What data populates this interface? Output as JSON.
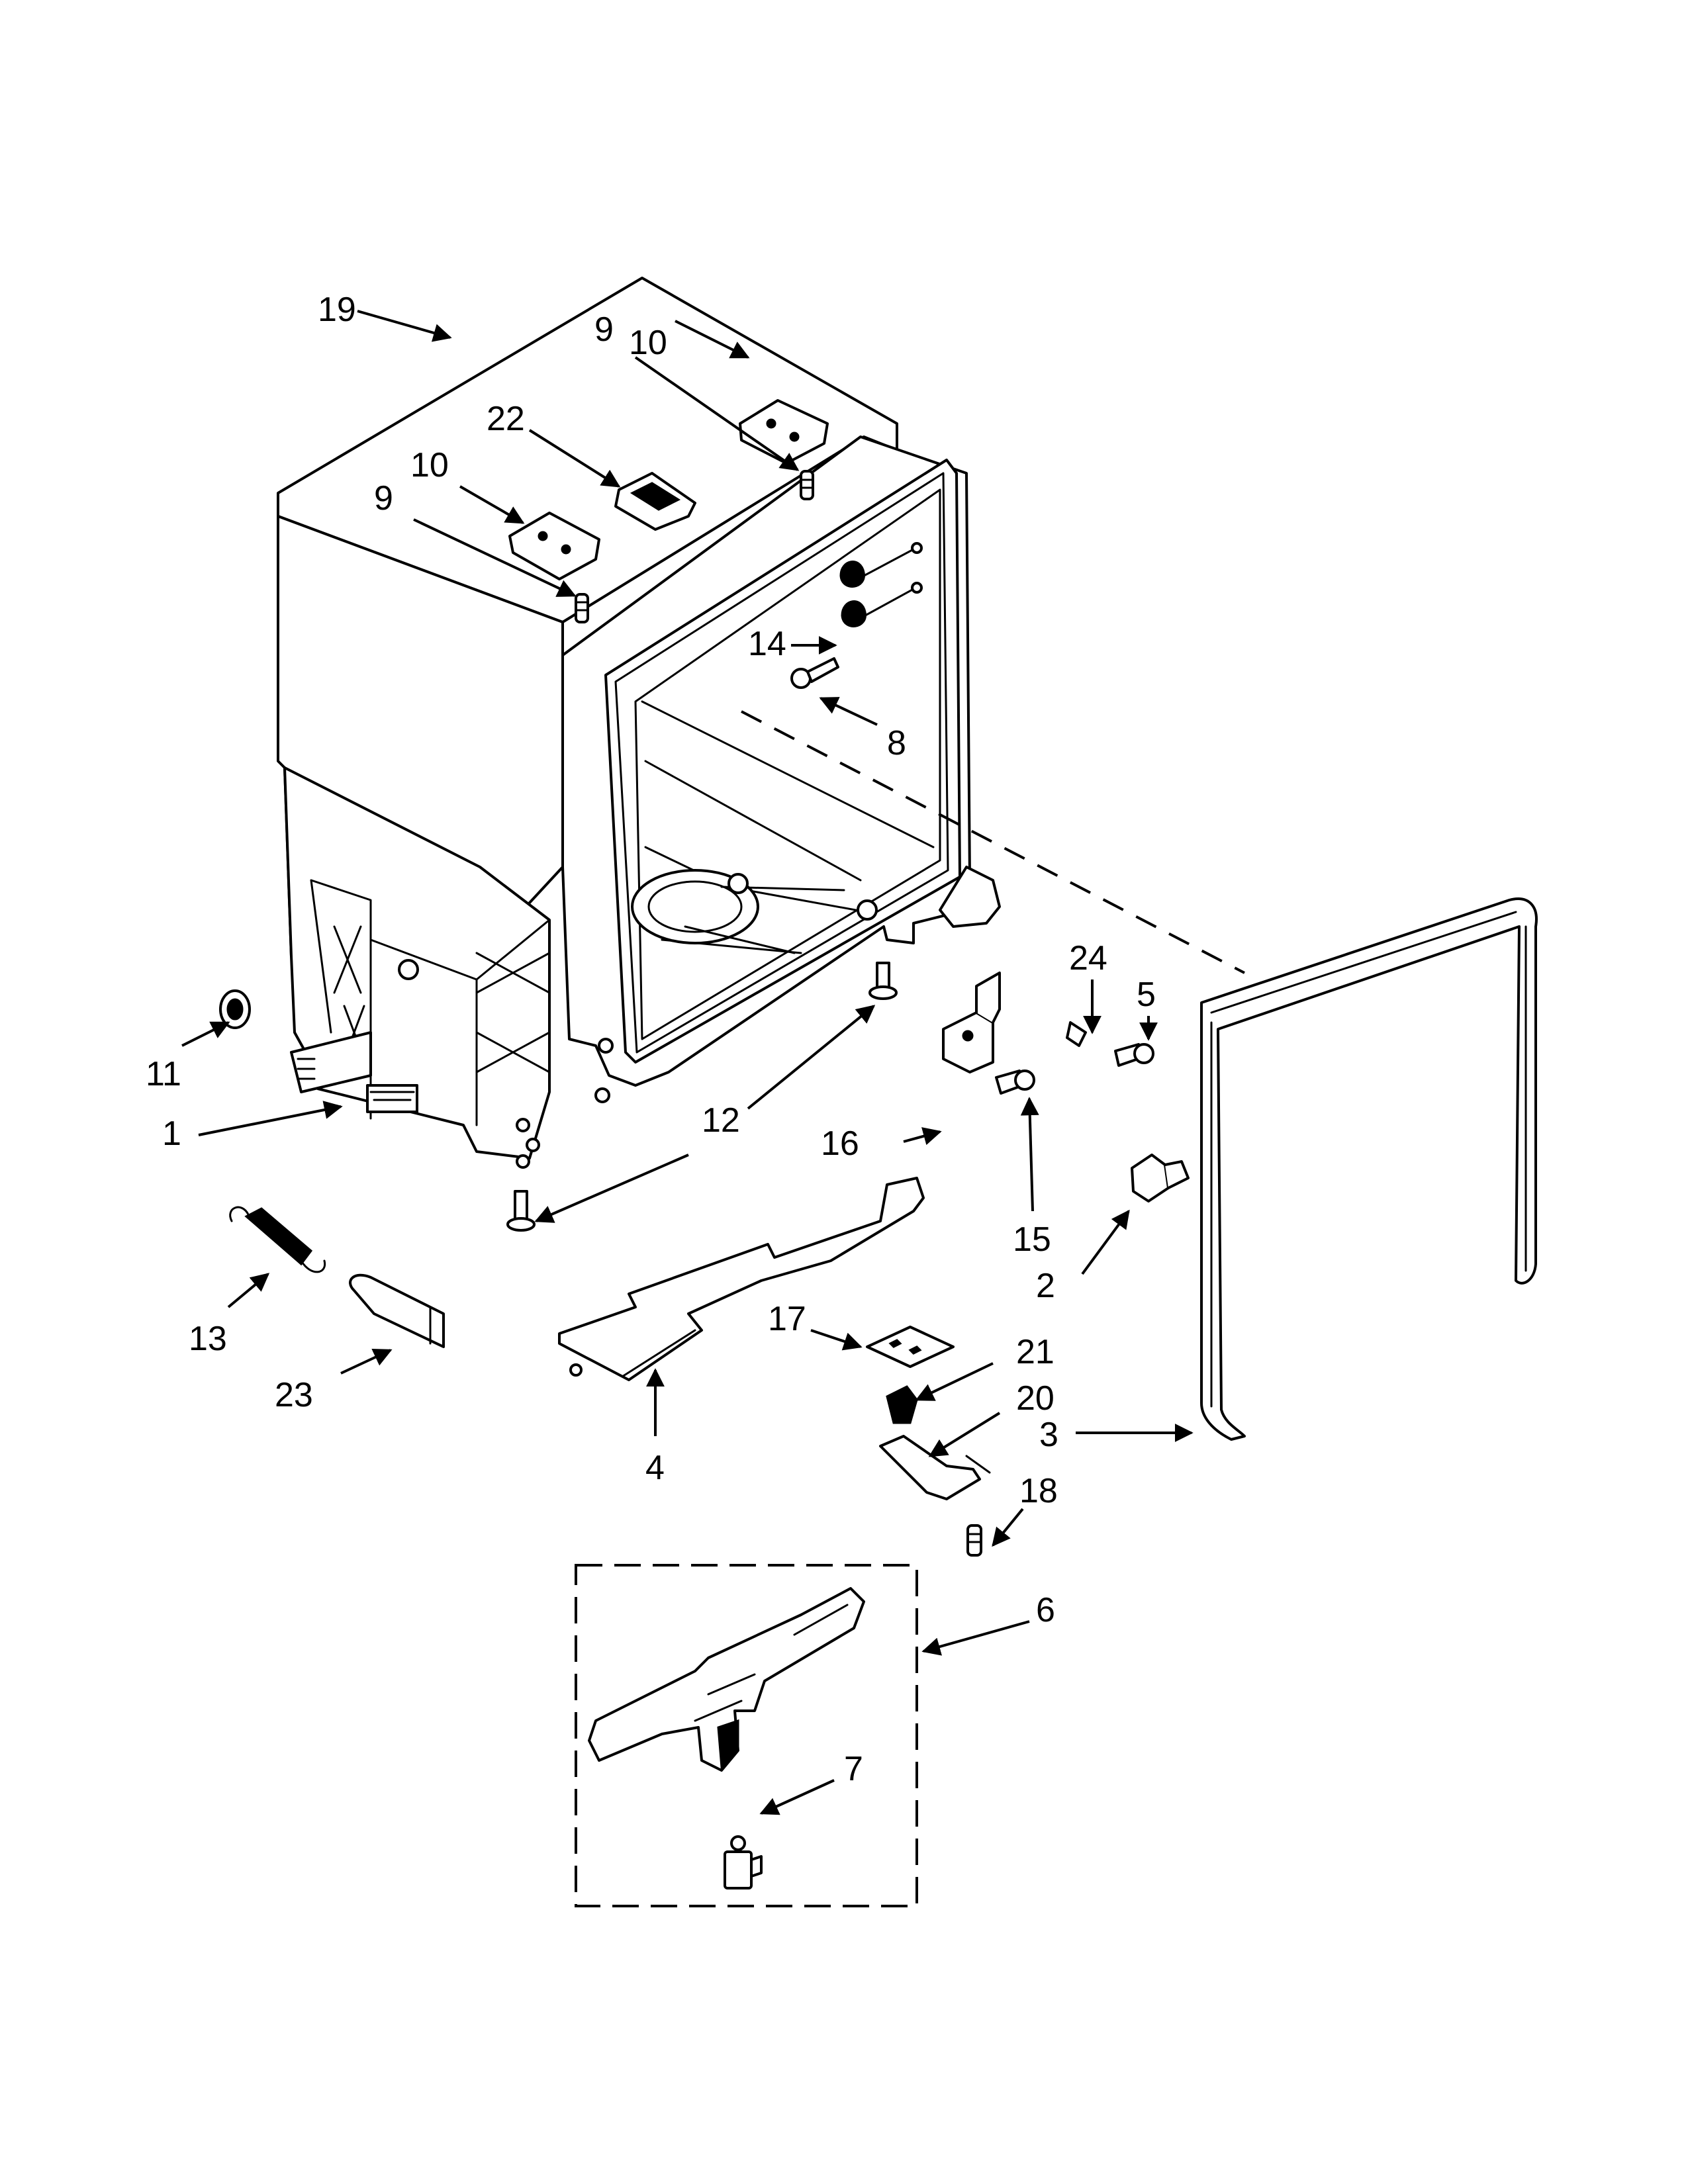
{
  "diagram": {
    "background": "#ffffff",
    "ink": "#000000",
    "callouts": [
      {
        "id": "c19",
        "text": "19"
      },
      {
        "id": "c10a",
        "text": "10"
      },
      {
        "id": "c9a",
        "text": "9"
      },
      {
        "id": "c22",
        "text": "22"
      },
      {
        "id": "c10b",
        "text": "10"
      },
      {
        "id": "c9b",
        "text": "9"
      },
      {
        "id": "c14",
        "text": "14"
      },
      {
        "id": "c8",
        "text": "8"
      },
      {
        "id": "c11",
        "text": "11"
      },
      {
        "id": "c1",
        "text": "1"
      },
      {
        "id": "c12",
        "text": "12"
      },
      {
        "id": "c24",
        "text": "24"
      },
      {
        "id": "c5",
        "text": "5"
      },
      {
        "id": "c16",
        "text": "16"
      },
      {
        "id": "c15",
        "text": "15"
      },
      {
        "id": "c2",
        "text": "2"
      },
      {
        "id": "c13",
        "text": "13"
      },
      {
        "id": "c23",
        "text": "23"
      },
      {
        "id": "c17",
        "text": "17"
      },
      {
        "id": "c21",
        "text": "21"
      },
      {
        "id": "c20",
        "text": "20"
      },
      {
        "id": "c3",
        "text": "3"
      },
      {
        "id": "c4",
        "text": "4"
      },
      {
        "id": "c18",
        "text": "18"
      },
      {
        "id": "c6",
        "text": "6"
      },
      {
        "id": "c7",
        "text": "7"
      }
    ]
  }
}
